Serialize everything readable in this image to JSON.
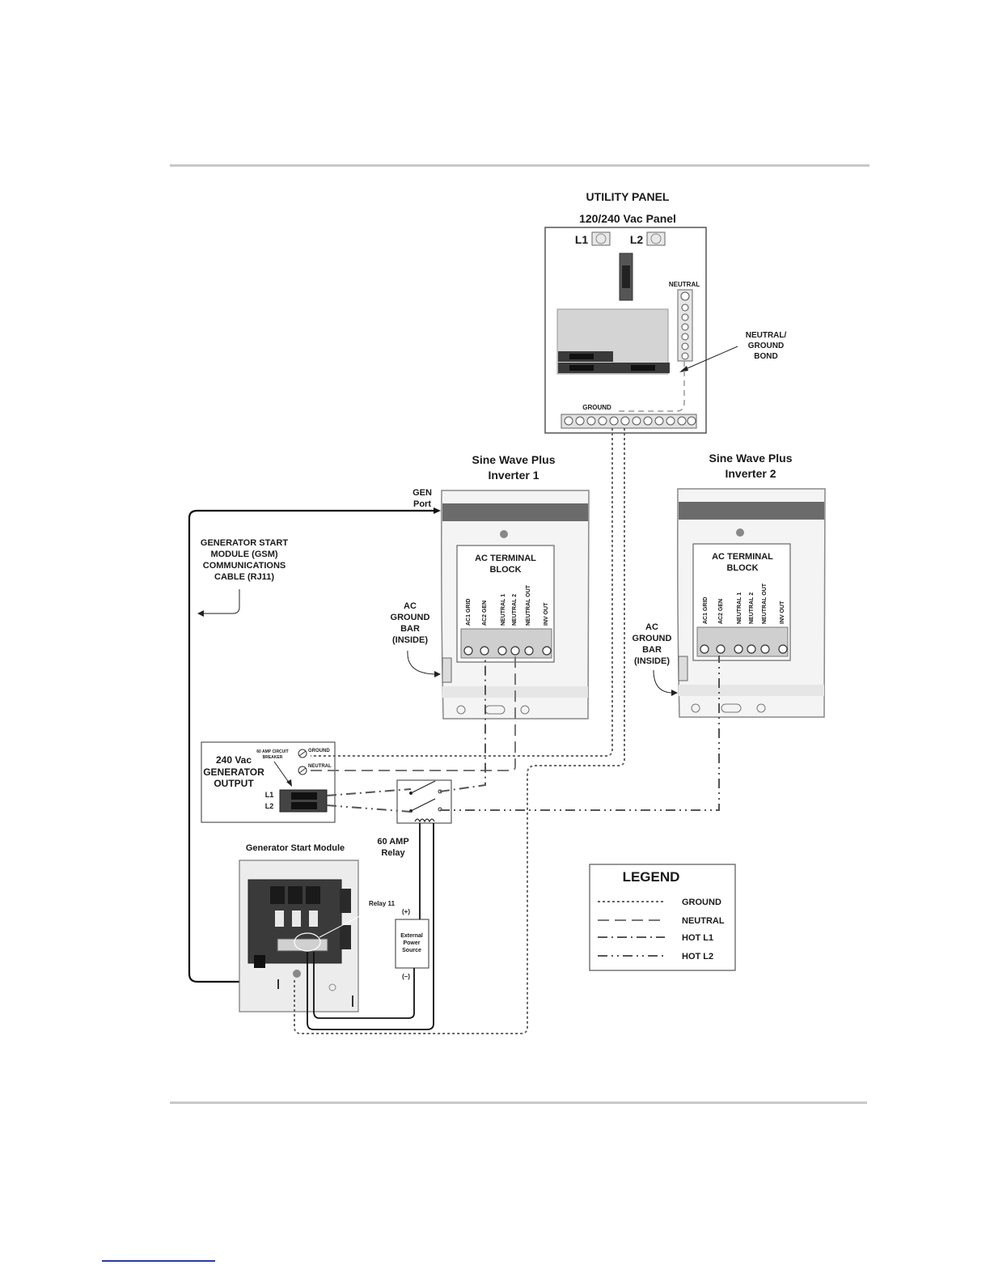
{
  "utility_panel": {
    "title": "UTILITY PANEL",
    "subtitle": "120/240 Vac Panel",
    "l1": "L1",
    "l2": "L2",
    "neutral": "NEUTRAL",
    "ground": "GROUND",
    "bond_label": [
      "NEUTRAL/",
      "GROUND",
      "BOND"
    ]
  },
  "inverter1": {
    "title": [
      "Sine Wave Plus",
      "Inverter 1"
    ],
    "gen_port": [
      "GEN",
      "Port"
    ],
    "terminal_block": [
      "AC TERMINAL",
      "BLOCK"
    ],
    "terminals": [
      "AC1 GRID",
      "AC2 GEN",
      "NEUTRAL 1",
      "NEUTRAL 2",
      "NEUTRAL OUT",
      "INV OUT"
    ],
    "ground_bar": [
      "AC",
      "GROUND",
      "BAR",
      "(INSIDE)"
    ]
  },
  "inverter2": {
    "title": [
      "Sine Wave Plus",
      "Inverter 2"
    ],
    "terminal_block": [
      "AC TERMINAL",
      "BLOCK"
    ],
    "terminals": [
      "AC1 GRID",
      "AC2 GEN",
      "NEUTRAL 1",
      "NEUTRAL 2",
      "NEUTRAL OUT",
      "INV OUT"
    ],
    "ground_bar": [
      "AC",
      "GROUND",
      "BAR",
      "(INSIDE)"
    ]
  },
  "gsm_cable": [
    "GENERATOR START",
    "MODULE (GSM)",
    "COMMUNICATIONS",
    "CABLE (RJ11)"
  ],
  "generator": {
    "title": [
      "240 Vac",
      "GENERATOR",
      "OUTPUT"
    ],
    "breaker": [
      "60 AMP CIRCUIT",
      "BREAKER"
    ],
    "ground": "GROUND",
    "neutral": "NEUTRAL",
    "l1": "L1",
    "l2": "L2"
  },
  "relay": [
    "60 AMP",
    "Relay"
  ],
  "gsm": {
    "title": "Generator Start Module",
    "relay11": "Relay 11"
  },
  "power": {
    "plus": "(+)",
    "minus": "(–)",
    "label": [
      "External",
      "Power",
      "Source"
    ]
  },
  "legend": {
    "title": "LEGEND",
    "items": [
      "GROUND",
      "NEUTRAL",
      "HOT L1",
      "HOT L2"
    ]
  }
}
